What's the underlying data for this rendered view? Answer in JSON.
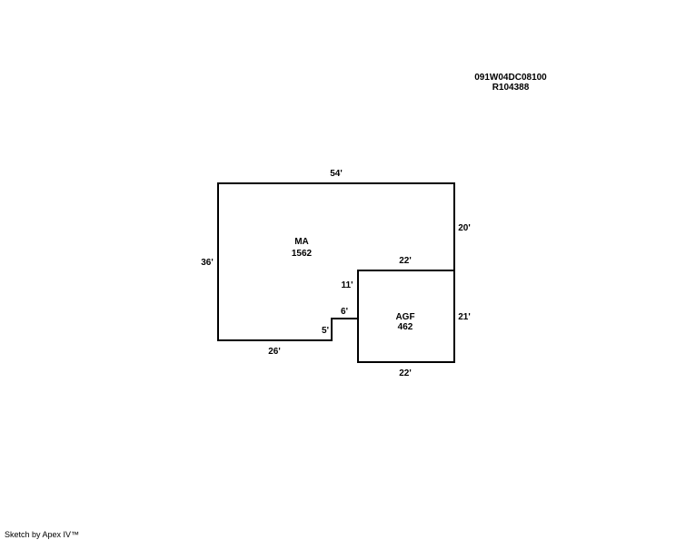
{
  "parcel": {
    "map_number": "091W04DC08100",
    "account_number": "R104388"
  },
  "areas": {
    "main": {
      "code": "MA",
      "sqft": "1562"
    },
    "garage": {
      "code": "AGF",
      "sqft": "462"
    }
  },
  "dimensions": {
    "top": "54'",
    "left": "36'",
    "right_upper": "20'",
    "bottom_left": "26'",
    "step_height": "5'",
    "step_width": "6'",
    "garage_left_upper": "11'",
    "garage_top": "22'",
    "garage_right": "21'",
    "garage_bottom": "22'"
  },
  "footer": {
    "credit": "Sketch by Apex IV™"
  }
}
